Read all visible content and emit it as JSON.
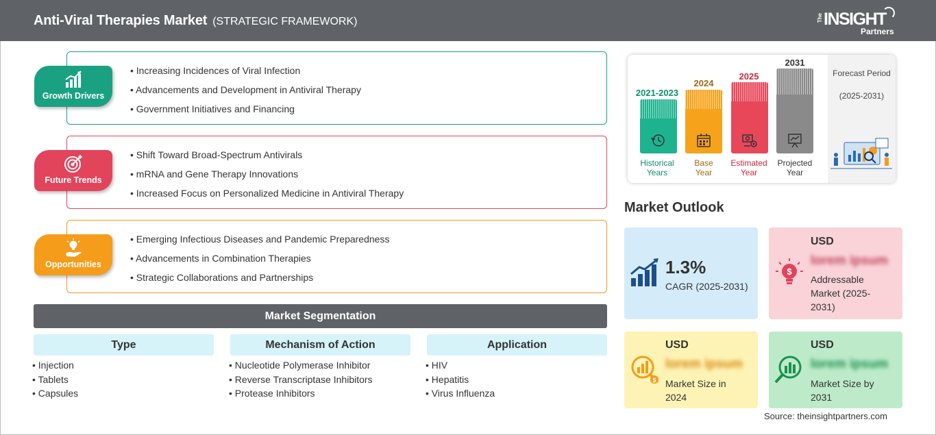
{
  "header": {
    "title": "Anti-Viral Therapies Market",
    "subtitle": "(STRATEGIC FRAMEWORK)",
    "logo_the": "The",
    "logo_main": "INSIGHT",
    "logo_sub": "Partners"
  },
  "framework": [
    {
      "label": "Growth Drivers",
      "color": "#1aa181",
      "items": [
        "Increasing Incidences of Viral Infection",
        "Advancements and Development in Antiviral Therapy",
        "Government Initiatives and Financing"
      ]
    },
    {
      "label": "Future Trends",
      "color": "#e2445c",
      "items": [
        "Shift Toward Broad-Spectrum Antivirals",
        "mRNA and Gene Therapy Innovations",
        "Increased Focus on Personalized Medicine in Antiviral Therapy"
      ]
    },
    {
      "label": "Opportunities",
      "color": "#f59c1a",
      "items": [
        "Emerging Infectious Diseases and Pandemic Preparedness",
        "Advancements in Combination Therapies",
        "Strategic Collaborations and Partnerships"
      ]
    }
  ],
  "segmentation": {
    "title": "Market Segmentation",
    "columns": [
      {
        "heading": "Type",
        "items": [
          "Injection",
          "Tablets",
          "Capsules"
        ]
      },
      {
        "heading": "Mechanism of Action",
        "items": [
          "Nucleotide Polymerase Inhibitor",
          "Reverse Transcriptase Inhibitors",
          "Protease Inhibitors"
        ]
      },
      {
        "heading": "Application",
        "items": [
          "HIV",
          "Hepatitis",
          "Virus Influenza"
        ]
      }
    ]
  },
  "timeline": {
    "bars": [
      {
        "year": "2021-2023",
        "caption1": "Historical",
        "caption2": "Years",
        "color": "#1db38f",
        "year_color": "#0e8c6c",
        "caption_color": "#0e8c6c"
      },
      {
        "year": "2024",
        "caption1": "Base",
        "caption2": "Year",
        "color": "#f7a21b",
        "year_color": "#9a6a10",
        "caption_color": "#9a6a10"
      },
      {
        "year": "2025",
        "caption1": "Estimated",
        "caption2": "Year",
        "color": "#e8475a",
        "year_color": "#c9283c",
        "caption_color": "#c9283c"
      },
      {
        "year": "2031",
        "caption1": "Projected",
        "caption2": "Year",
        "color": "#8a8a8a",
        "year_color": "#333333",
        "caption_color": "#333333"
      }
    ],
    "forecast_label": "Forecast Period",
    "forecast_range": "(2025-2031)"
  },
  "outlook": {
    "title": "Market Outlook",
    "cagr_value": "1.3%",
    "cagr_label": "CAGR (2025-2031)",
    "addressable_usd": "USD",
    "addressable_value": "lorem ipsum",
    "addressable_label": "Addressable Market (2025-2031)",
    "size2024_usd": "USD",
    "size2024_value": "lorem ipsum",
    "size2024_label": "Market Size in 2024",
    "size2031_usd": "USD",
    "size2031_value": "lorem ipsum",
    "size2031_label": "Market Size by 2031"
  },
  "source": "Source: theinsightpartners.com"
}
